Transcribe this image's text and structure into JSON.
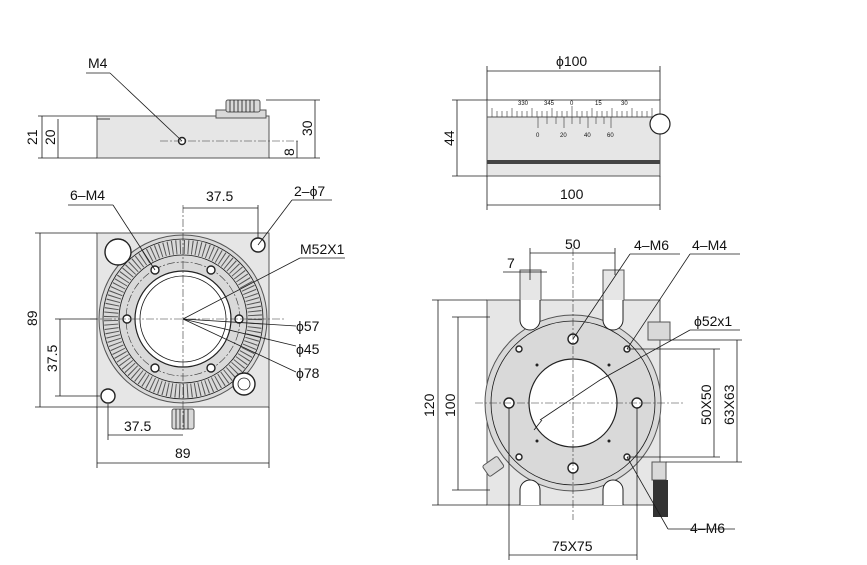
{
  "labels": {
    "side_m4": "M4",
    "side_h21": "21",
    "side_h20": "20",
    "side_h30": "30",
    "side_h8": "8",
    "top_6m4": "6–M4",
    "top_37_5_top": "37.5",
    "top_2phi7": "2–ϕ7",
    "top_m52": "M52X1",
    "top_89_left": "89",
    "top_phi57": "ϕ57",
    "top_phi45": "ϕ45",
    "top_37_5_left": "37.5",
    "top_phi78": "ϕ78",
    "top_37_5_bottom": "37.5",
    "top_89_bottom": "89",
    "front_phi100": "ϕ100",
    "front_44": "44",
    "front_100": "100",
    "right_50": "50",
    "right_4m6_top": "4–M6",
    "right_4m4": "4–M4",
    "right_7": "7",
    "right_phi52": "ϕ52x1",
    "right_120": "120",
    "right_100": "100",
    "right_50x50": "50X50",
    "right_63x63": "63X63",
    "right_4m6_bottom": "4–M6",
    "right_75x75": "75X75"
  },
  "scale_upper": [
    "330",
    "345",
    "0",
    "15",
    "30"
  ],
  "scale_lower": [
    "0",
    "20",
    "40",
    "60"
  ],
  "colors": {
    "line": "#1a1a1a",
    "metal": "#e6e6e6",
    "metal_dark": "#d9d9d9",
    "band": "#444444"
  }
}
